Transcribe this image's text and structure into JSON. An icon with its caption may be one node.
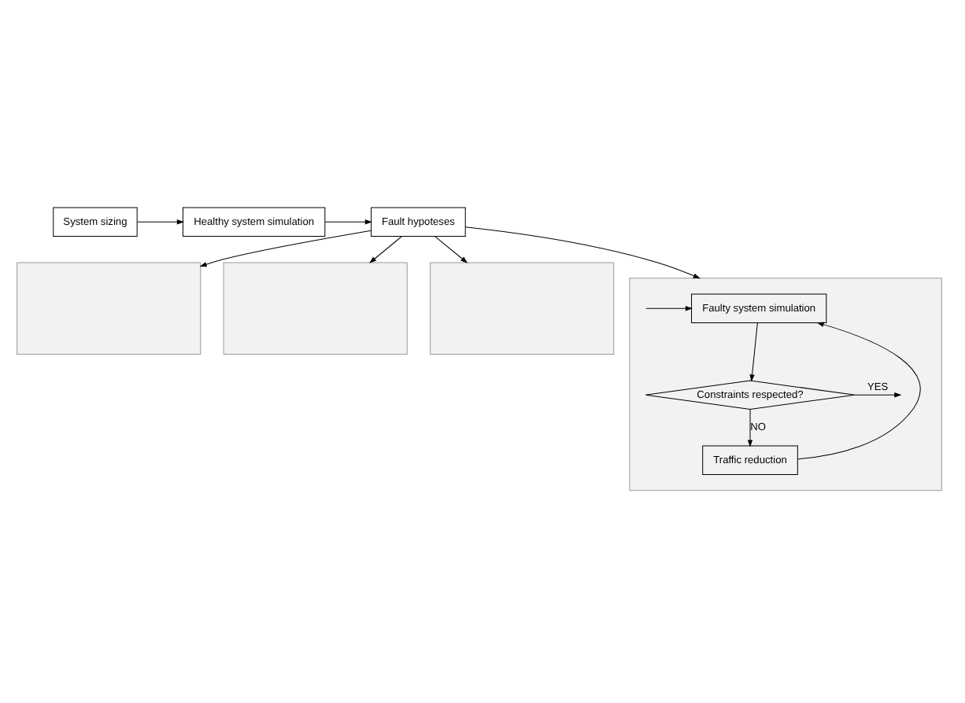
{
  "diagram": {
    "nodes": [
      {
        "text": [
          "System sizing"
        ]
      },
      {
        "text": [
          "Healthy system simulation"
        ]
      },
      {
        "text": [
          "Fault hypoteses"
        ]
      },
      {
        "text": [],
        "shape": "box"
      },
      {
        "text": [],
        "shape": "box"
      },
      {
        "text": [],
        "shape": "box"
      },
      {
        "text": [],
        "shape": "box"
      },
      {
        "text": [
          "Faulty system simulation"
        ],
        "in": 6
      },
      {
        "text": [
          "Constraints respected?"
        ],
        "in": 6
      },
      {
        "text": [
          "Traffic reduction"
        ],
        "in": 6
      }
    ],
    "edges": [
      {
        "from": 0,
        "to": 1,
        "arrow": "to"
      },
      {
        "from": 1,
        "to": 2,
        "arrow": "to"
      },
      {
        "from": 2,
        "to": 3,
        "arrow": "to"
      },
      {
        "from": 2,
        "to": 4,
        "arrow": "to"
      },
      {
        "from": 2,
        "to": 5,
        "arrow": "to"
      },
      {
        "from": 2,
        "to": 6,
        "arrow": "to"
      },
      {
        "from": null,
        "to": 7,
        "arrow": "to"
      },
      {
        "from": 7,
        "to": 8,
        "arrow": "to"
      },
      {
        "from": 8,
        "to": null,
        "arrow": "to",
        "label": "YES"
      },
      {
        "from": 8,
        "to": 9,
        "arrow": "to",
        "label": "NO"
      },
      {
        "from": 9,
        "to": 7,
        "arrow": "to"
      }
    ]
  }
}
